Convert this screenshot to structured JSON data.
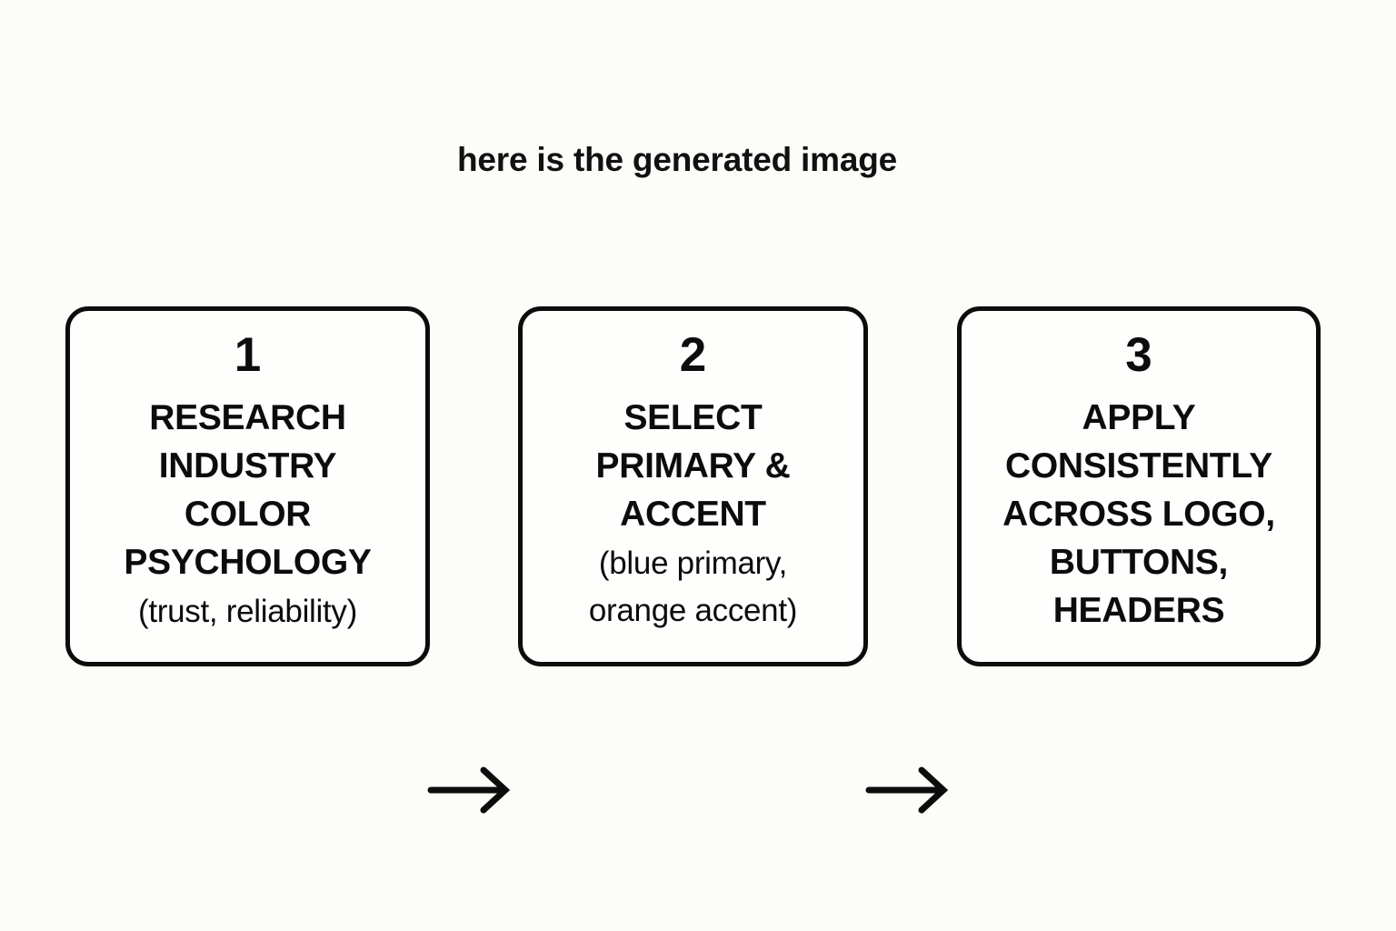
{
  "page": {
    "background_color": "#FCFCF9",
    "ink_color": "#0C0C0C",
    "title": "here is the generated image"
  },
  "diagram": {
    "type": "flowchart",
    "orientation": "horizontal",
    "steps": [
      {
        "number": "1",
        "title": "RESEARCH\nINDUSTRY\nCOLOR\nPSYCHOLOGY",
        "note": "(trust, reliability)"
      },
      {
        "number": "2",
        "title": "SELECT\nPRIMARY &\nACCENT",
        "note": "(blue primary,\norange accent)"
      },
      {
        "number": "3",
        "title": "APPLY\nCONSISTENTLY\nACROSS LOGO,\nBUTTONS,\nHEADERS",
        "note": ""
      }
    ],
    "connectors": [
      {
        "from": "1",
        "to": "2",
        "icon": "arrow-right-icon"
      },
      {
        "from": "2",
        "to": "3",
        "icon": "arrow-right-icon"
      }
    ]
  }
}
